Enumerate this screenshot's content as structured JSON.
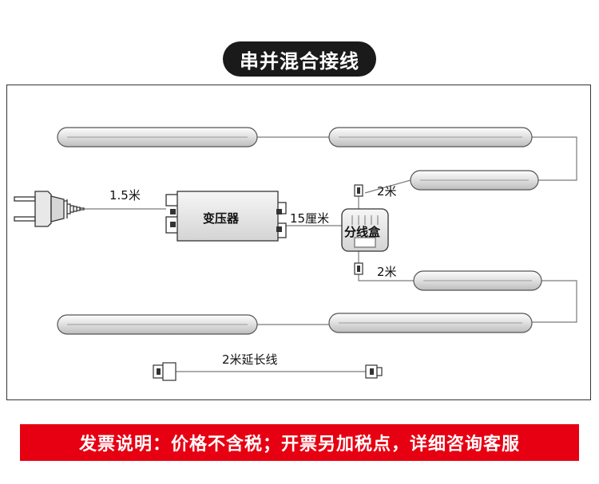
{
  "title": "串并混合接线",
  "labels": {
    "plug_cable": "1.5米",
    "transformer": "变压器",
    "main_cable": "15厘米",
    "splitter": "分线盒",
    "branch_top": "2米",
    "branch_bottom": "2米",
    "extension": "2米延长线"
  },
  "note": "发票说明：价格不含税；开票另加税点，详细咨询客服",
  "colors": {
    "title_bg": "#1a1a1a",
    "note_bg": "#e60012",
    "line": "#555555",
    "tube_fill": "#ececec"
  }
}
